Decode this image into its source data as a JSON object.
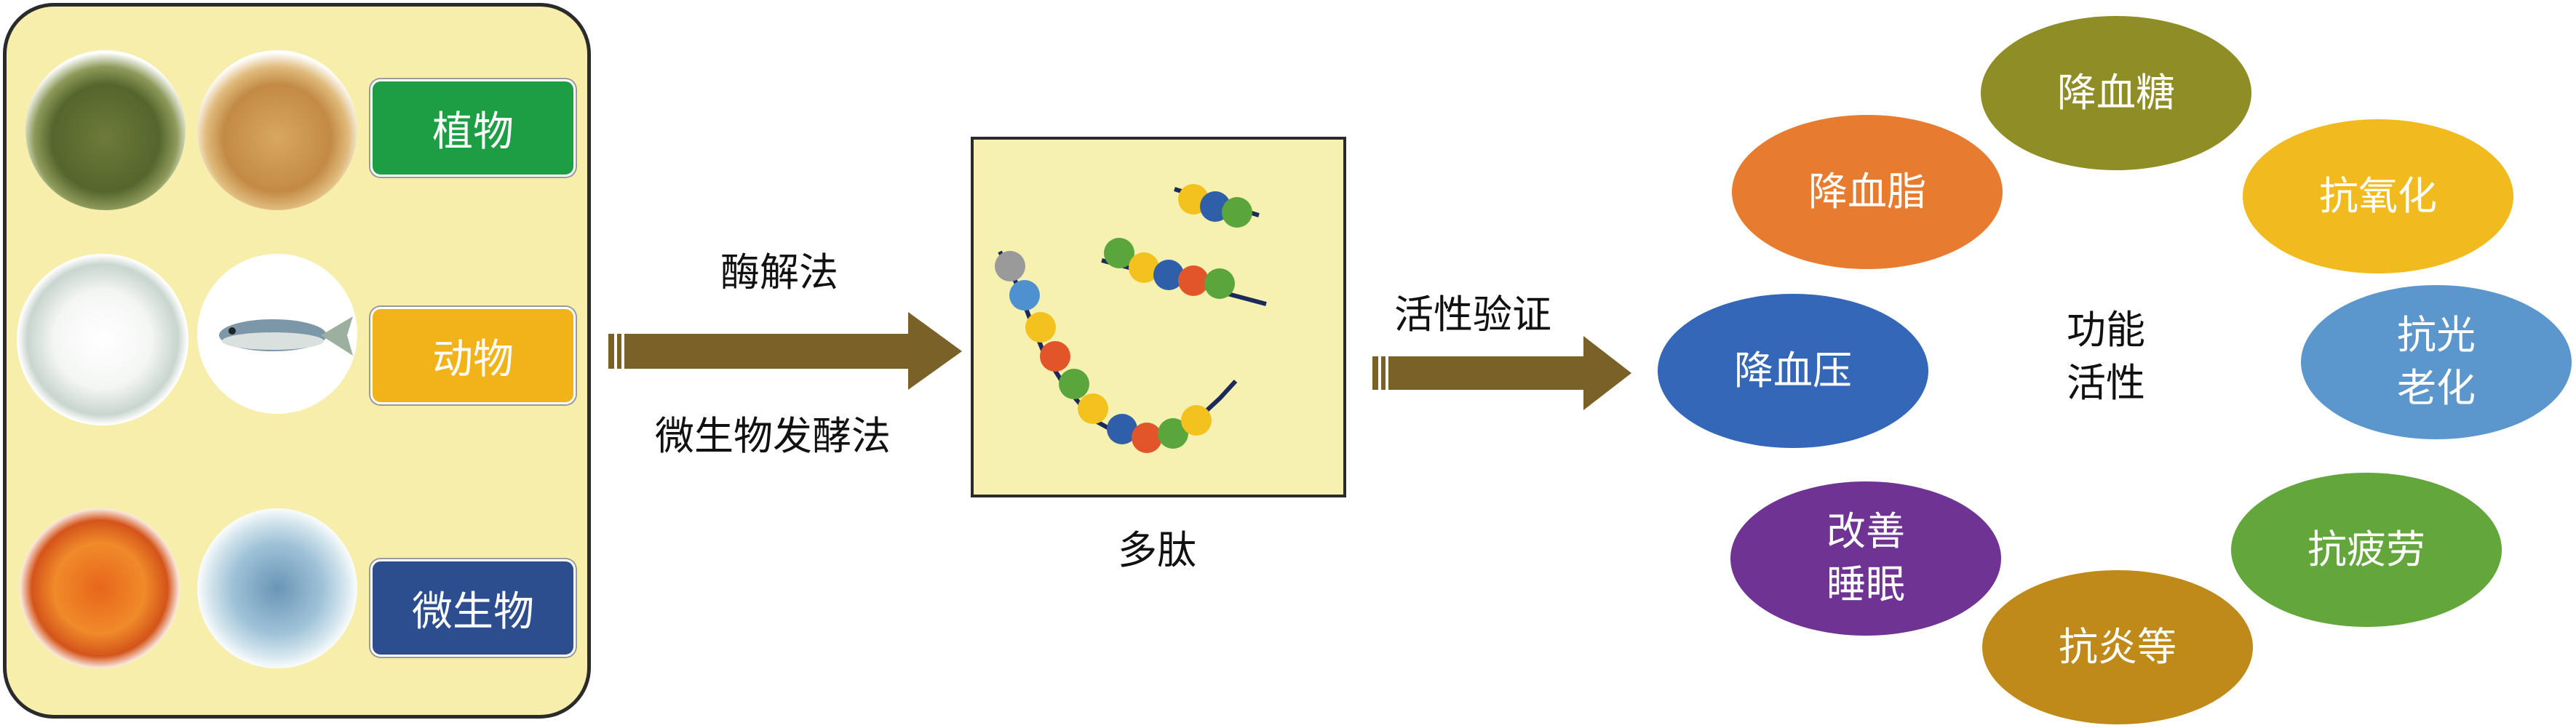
{
  "sources": {
    "plant": {
      "label": "植物",
      "color": "#1e9e44"
    },
    "animal": {
      "label": "动物",
      "color": "#f2b21a"
    },
    "microbe": {
      "label": "微生物",
      "color": "#2c4e8f"
    }
  },
  "process": {
    "enzymatic": "酶解法",
    "fermentation": "微生物发酵法",
    "peptide_caption": "多肽",
    "validation": "活性验证"
  },
  "center_label": "功能\n活性",
  "activities": [
    {
      "label": "降血糖",
      "color": "#8f8e26"
    },
    {
      "label": "抗氧化",
      "color": "#f1ba1e"
    },
    {
      "label": "抗光\n老化",
      "color": "#5b96cc"
    },
    {
      "label": "抗疲劳",
      "color": "#63a63c"
    },
    {
      "label": "抗炎等",
      "color": "#c08a1a"
    },
    {
      "label": "改善\n睡眠",
      "color": "#6e3393"
    },
    {
      "label": "降血压",
      "color": "#3467b8"
    },
    {
      "label": "降血脂",
      "color": "#e77c31"
    }
  ],
  "colors": {
    "arrow": "#7a6128",
    "panel": "#f6eeaa",
    "peptide_box": "#f6f1b0"
  }
}
